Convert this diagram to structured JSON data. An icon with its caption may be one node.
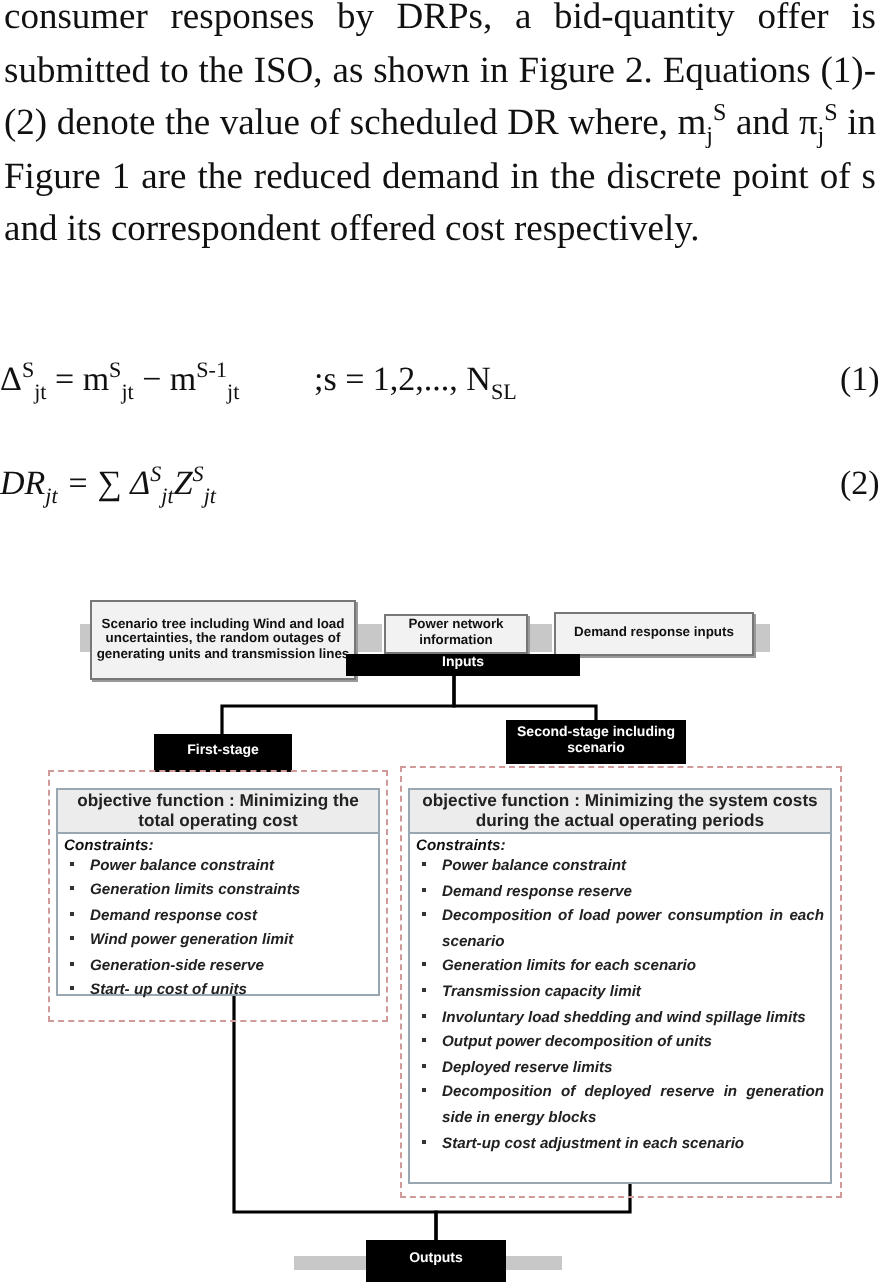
{
  "diagram": {
    "nodes": [
      {
        "text": [
          "Scenario tree including Wind and load uncertainties, the random outages of generating units and transmission lines"
        ]
      },
      {
        "text": [
          "Power network information"
        ]
      },
      {
        "text": [
          "Demand response inputs"
        ]
      },
      {
        "text": [
          "Inputs"
        ]
      },
      {
        "text": [
          "First-stage"
        ]
      },
      {
        "text": [
          "Second-stage including scenario"
        ]
      },
      {
        "text": [],
        "shape": "box"
      },
      {
        "text": [
          "objective function : Minimizing the total operating cost",
          "Constraints:",
          "Power balance constraint",
          "Generation limits constraints",
          "Demand response cost",
          "Wind power generation limit",
          "Generation-side reserve",
          "Start- up cost of units"
        ],
        "in": 6
      },
      {
        "text": [],
        "shape": "box"
      },
      {
        "text": [
          "objective function : Minimizing the system costs during the actual operating periods",
          "Constraints:",
          "Power balance constraint",
          "Demand response reserve",
          "Decomposition of load power consumption in each scenario",
          "Generation limits for each scenario",
          "Transmission capacity limit",
          "Involuntary load shedding and wind spillage limits",
          "Output power decomposition of units",
          "Deployed reserve limits",
          "Decomposition of deployed reserve in generation side in energy blocks",
          "Start-up cost adjustment in each scenario"
        ],
        "in": 8
      },
      {
        "text": [
          "Outputs"
        ]
      }
    ],
    "edges": [
      {
        "from": 3,
        "to": 4,
        "arrow": "none"
      },
      {
        "from": 3,
        "to": 5,
        "arrow": "none"
      },
      {
        "from": 7,
        "to": 10,
        "arrow": "none"
      },
      {
        "from": 9,
        "to": 10,
        "arrow": "none"
      }
    ],
    "labels": [
      "consumer responses by DRPs, a bid-quantity offer is submitted to the ISO, as shown in Figure 2. Equations (1)-(2) denote the value of scheduled DR where, m$_{j}$$^{S}$ and π$_{j}$$^{S}$ in Figure 1 are the reduced demand in the discrete point of s and its correspondent offered cost respectively.",
      "Δ$^{S}$$_{jt}$ = m$^{S}$$_{jt}$ − m$^{S-1}$$_{jt}$",
      ";s = 1,2,..., N$_{SL}$",
      "(1)",
      "DR$_{jt}$ = ∑ Δ$^{S}$$_{jt}$Z$^{S}$$_{jt}$",
      "(2)"
    ]
  }
}
